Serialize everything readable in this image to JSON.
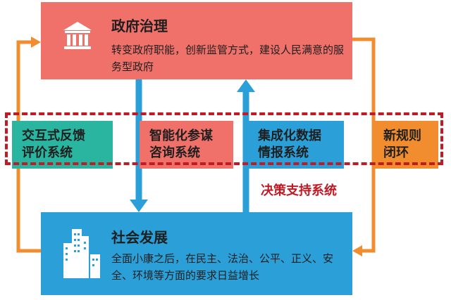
{
  "governance": {
    "title": "政府治理",
    "desc": "转变政府职能，创新监管方式，建设人民满意的服务型政府",
    "icon": "government-building-icon"
  },
  "society": {
    "title": "社会发展",
    "desc": "全面小康之后，在民主、法治、公平、正义、安全、环境等方面的要求日益增长",
    "icon": "city-buildings-icon"
  },
  "systems": [
    {
      "line1": "交互式反馈",
      "line2": "评价系统",
      "color": "#2ab5a0"
    },
    {
      "line1": "智能化参谋",
      "line2": "咨询系统",
      "color": "#f0706a"
    },
    {
      "line1": "集成化数据",
      "line2": "情报系统",
      "color": "#2a9fd8"
    },
    {
      "line1": "新规则",
      "line2": "闭环",
      "color": "#f18d2e"
    }
  ],
  "decision_support_label": "决策支持系统",
  "colors": {
    "gov_red": "#f0706a",
    "soc_blue": "#2a9fd8",
    "teal": "#2ab5a0",
    "orange": "#f18d2e",
    "dashed_red": "#c01a24",
    "arrow_blue": "#2a9fd8"
  }
}
